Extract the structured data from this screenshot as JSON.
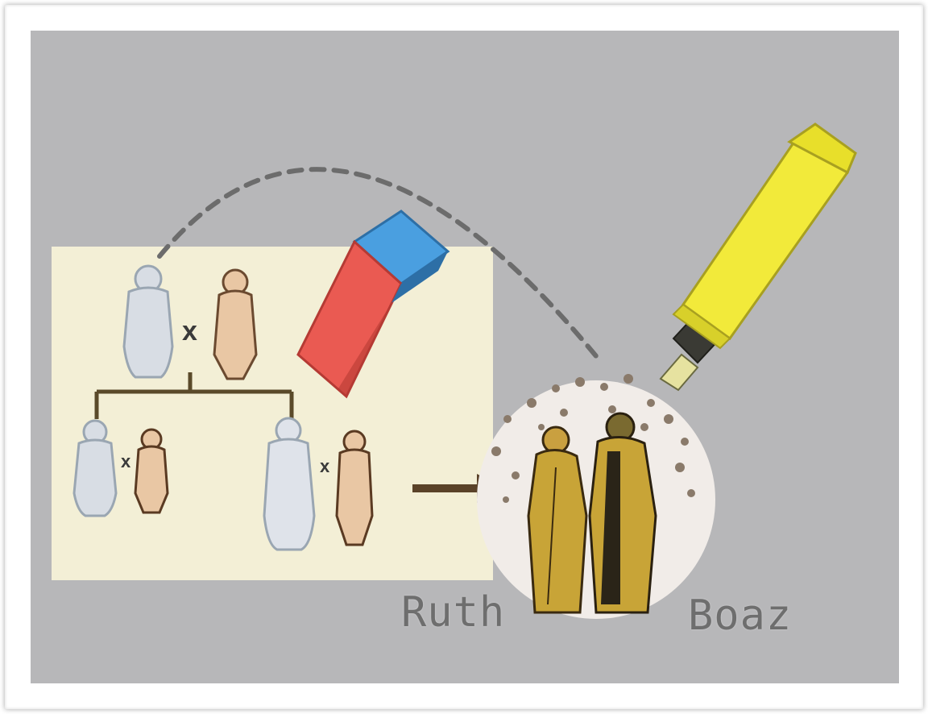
{
  "labels": {
    "left_name": "Ruth",
    "right_name": "Boaz"
  },
  "cross_marks": [
    "x",
    "x",
    "x"
  ],
  "icons": [
    "eraser-icon",
    "highlighter-icon",
    "curved-arrow-icon",
    "straight-arrow-icon"
  ],
  "colors": {
    "background": "#b7b7b9",
    "panel": "#f3efd6",
    "eraser_blue": "#4a9fe0",
    "eraser_red": "#ea5a52",
    "highlighter": "#f2ea3a",
    "figure_gold": "#b99a2e"
  }
}
